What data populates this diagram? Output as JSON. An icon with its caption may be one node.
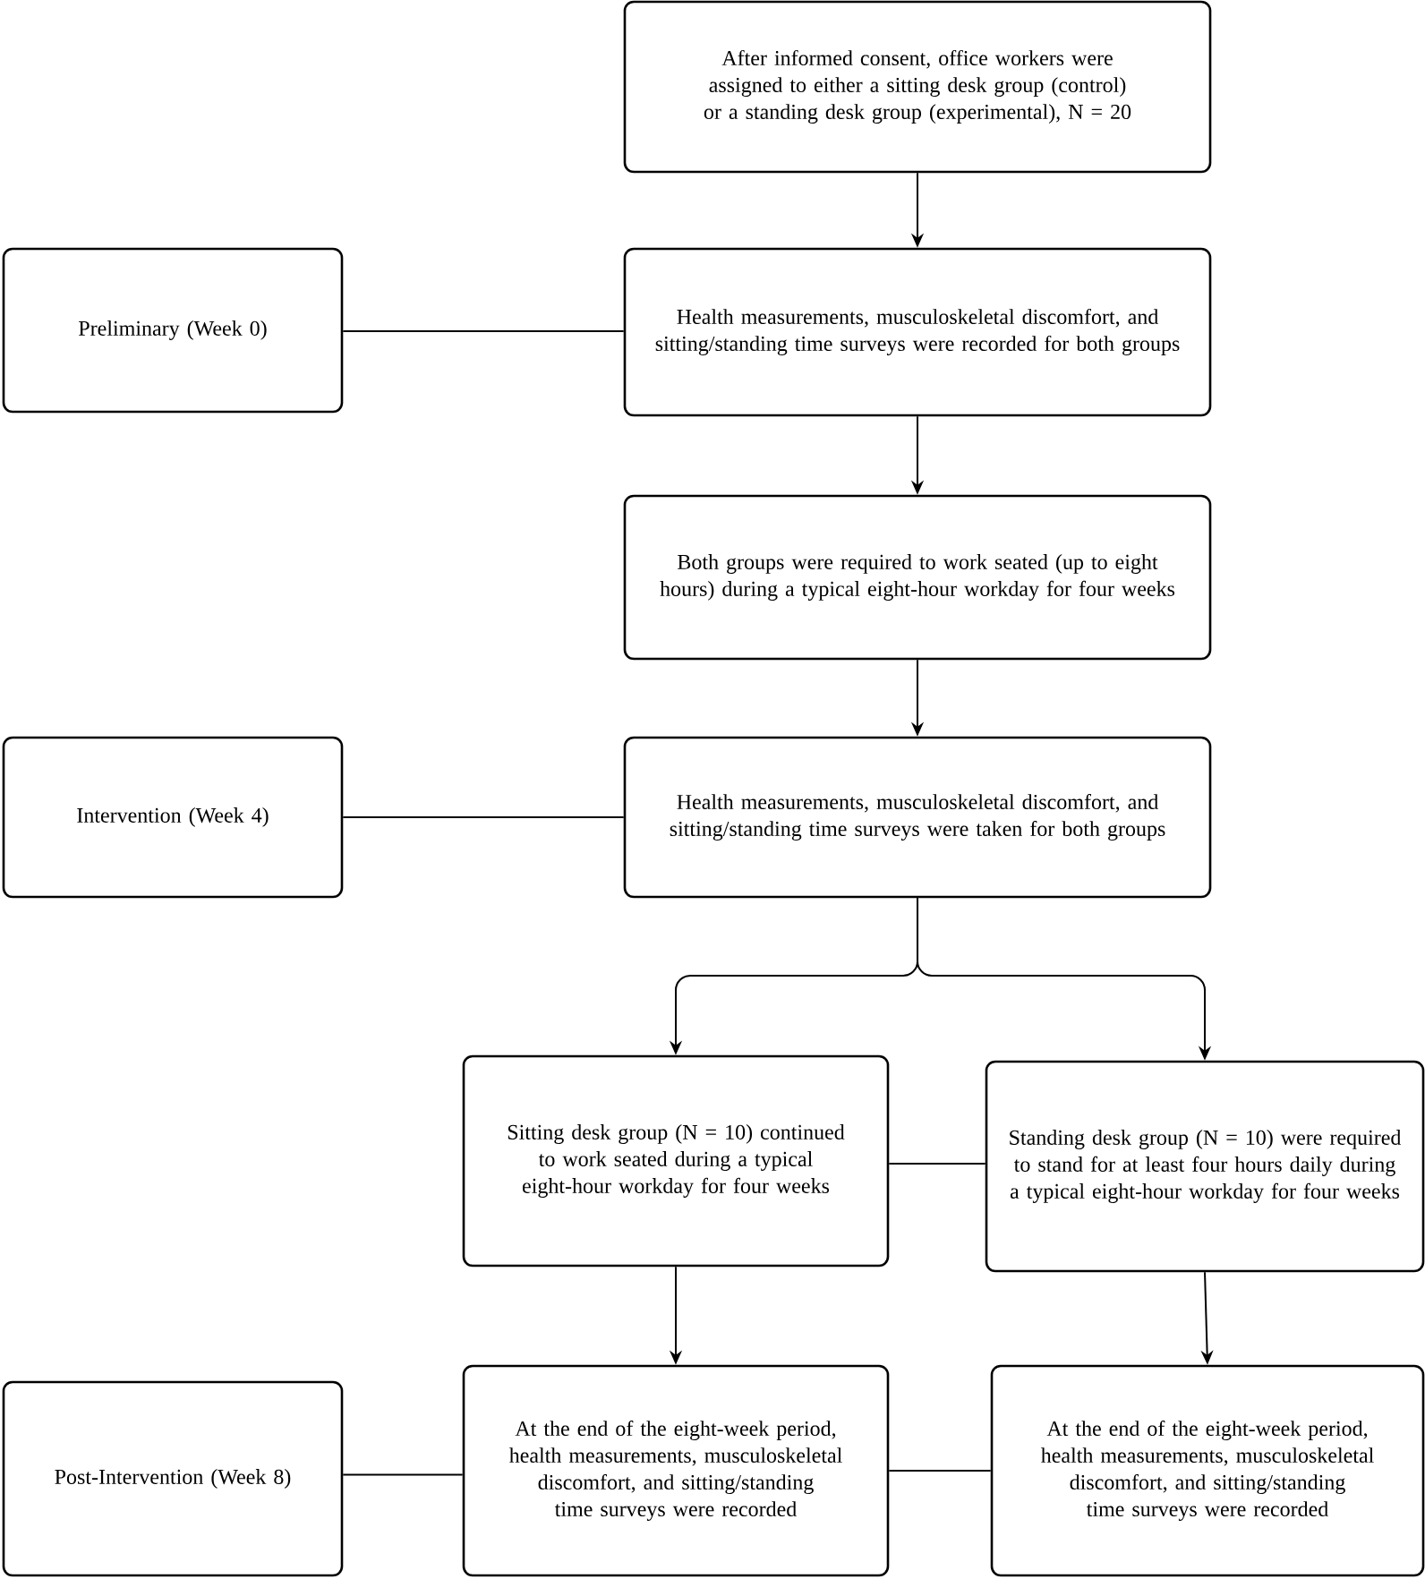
{
  "diagram": {
    "nodes": [
      {
        "text": [
          "After informed consent, office workers were assigned to either a sitting desk group (control) or a standing desk group (experimental), N = 20"
        ]
      },
      {
        "text": [
          "Preliminary (Week 0)"
        ]
      },
      {
        "text": [
          "Health measurements, musculoskeletal discomfort, and sitting/standing time surveys were recorded for both groups"
        ]
      },
      {
        "text": [
          "Both groups were required to work seated (up to eight hours) during a typical eight-hour workday for four weeks"
        ]
      },
      {
        "text": [
          "Intervention (Week 4)"
        ]
      },
      {
        "text": [
          "Health measurements, musculoskeletal discomfort, and sitting/standing time surveys were taken for both groups"
        ]
      },
      {
        "text": [
          "Sitting desk group (N = 10) continued to work seated during a typical eight-hour workday for four weeks"
        ]
      },
      {
        "text": [
          "Standing desk group (N = 10) were required to stand for at least four hours daily during a typical eight-hour workday for four weeks"
        ]
      },
      {
        "text": [
          "Post-Intervention (Week 8)"
        ]
      },
      {
        "text": [
          "At the end of the eight-week period, health measurements, musculoskeletal discomfort, and sitting/standing time surveys were recorded"
        ]
      },
      {
        "text": [
          "At the end of the eight-week period, health measurements, musculoskeletal discomfort, and sitting/standing time surveys were recorded"
        ]
      }
    ],
    "edges": [
      {
        "from": 0,
        "to": 2,
        "arrow": "to"
      },
      {
        "from": 1,
        "to": 2,
        "arrow": "none"
      },
      {
        "from": 2,
        "to": 3,
        "arrow": "to"
      },
      {
        "from": 3,
        "to": 5,
        "arrow": "to"
      },
      {
        "from": 4,
        "to": 5,
        "arrow": "none"
      },
      {
        "from": 5,
        "to": 6,
        "arrow": "to"
      },
      {
        "from": 5,
        "to": 7,
        "arrow": "to"
      },
      {
        "from": 6,
        "to": 7,
        "arrow": "none"
      },
      {
        "from": 6,
        "to": 9,
        "arrow": "to"
      },
      {
        "from": 7,
        "to": 10,
        "arrow": "to"
      },
      {
        "from": 8,
        "to": 9,
        "arrow": "none"
      },
      {
        "from": 9,
        "to": 10,
        "arrow": "none"
      }
    ]
  }
}
